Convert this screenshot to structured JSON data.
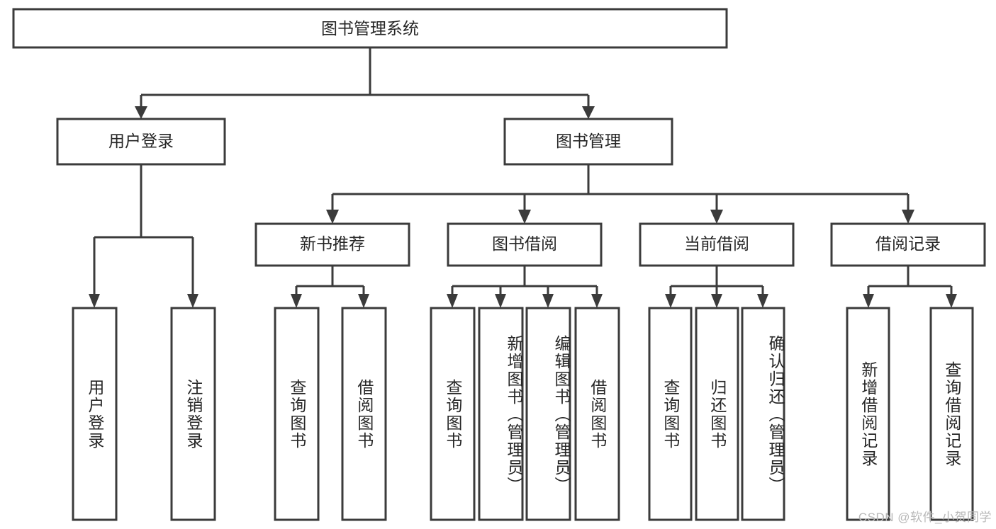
{
  "diagram": {
    "type": "tree",
    "title": "图书管理系统",
    "watermark": "CSDN @软件_小贺同学",
    "colors": {
      "stroke": "#3b3b3b",
      "text": "#262626",
      "background": "#ffffff",
      "watermark": "#b8b8b8"
    },
    "root": {
      "label": "图书管理系统"
    },
    "level2": [
      {
        "label": "用户登录"
      },
      {
        "label": "图书管理"
      }
    ],
    "level3": [
      {
        "label": "新书推荐"
      },
      {
        "label": "图书借阅"
      },
      {
        "label": "当前借阅"
      },
      {
        "label": "借阅记录"
      }
    ],
    "leaves": {
      "user_login": [
        {
          "label": "用户登录"
        },
        {
          "label": "注销登录"
        }
      ],
      "new_book_recommend": [
        {
          "label": "查询图书"
        },
        {
          "label": "借阅图书"
        }
      ],
      "book_borrow": [
        {
          "label": "查询图书"
        },
        {
          "label": "新增图书（管理员）"
        },
        {
          "label": "编辑图书（管理员）"
        },
        {
          "label": "借阅图书"
        }
      ],
      "current_borrow": [
        {
          "label": "查询图书"
        },
        {
          "label": "归还图书"
        },
        {
          "label": "确认归还（管理员）"
        }
      ],
      "borrow_record": [
        {
          "label": "新增借阅记录"
        },
        {
          "label": "查询借阅记录"
        }
      ]
    }
  }
}
